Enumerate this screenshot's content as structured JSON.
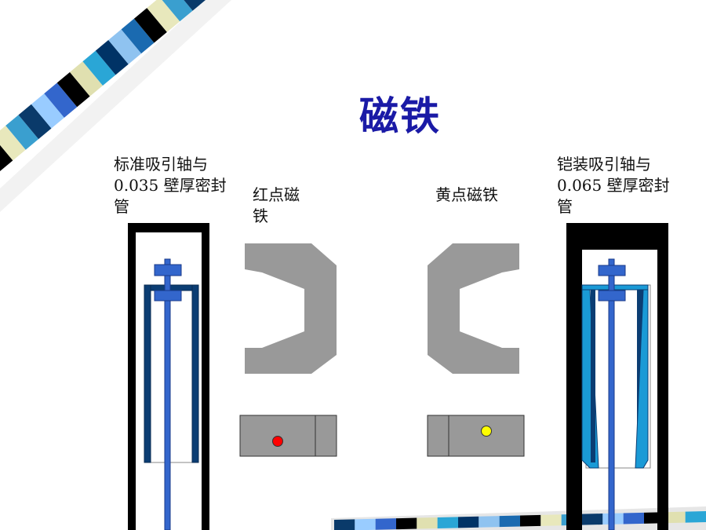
{
  "slide": {
    "title": "磁铁",
    "labels": {
      "standard_line1": "标准吸引轴与",
      "standard_line2": "0.035 壁厚密封",
      "standard_line3": "管",
      "red_line1": "红点磁",
      "red_line2": "铁",
      "yellow_label": "黄点磁铁",
      "armored_line1": "铠装吸引轴与",
      "armored_line2": "0.065 壁厚密封",
      "armored_line3": "管"
    }
  },
  "colors": {
    "title": "#1a1aa6",
    "tube_wall": "#000000",
    "magnet_gray": "#999999",
    "shaft_blue": "#3366cc",
    "shaft_dark": "#0b3d73",
    "armor_light": "#1a9ad6",
    "red_dot": "#ff0000",
    "yellow_dot": "#ffff00"
  },
  "decor": {
    "stripe_colors": [
      "#000000",
      "#e8e8bc",
      "#3a9fcf",
      "#0a3a6a",
      "#99ccff",
      "#3366cc",
      "#000000",
      "#e0e0b0",
      "#2aa6d6",
      "#003366",
      "#8fc3f0",
      "#1a6ab0"
    ]
  }
}
